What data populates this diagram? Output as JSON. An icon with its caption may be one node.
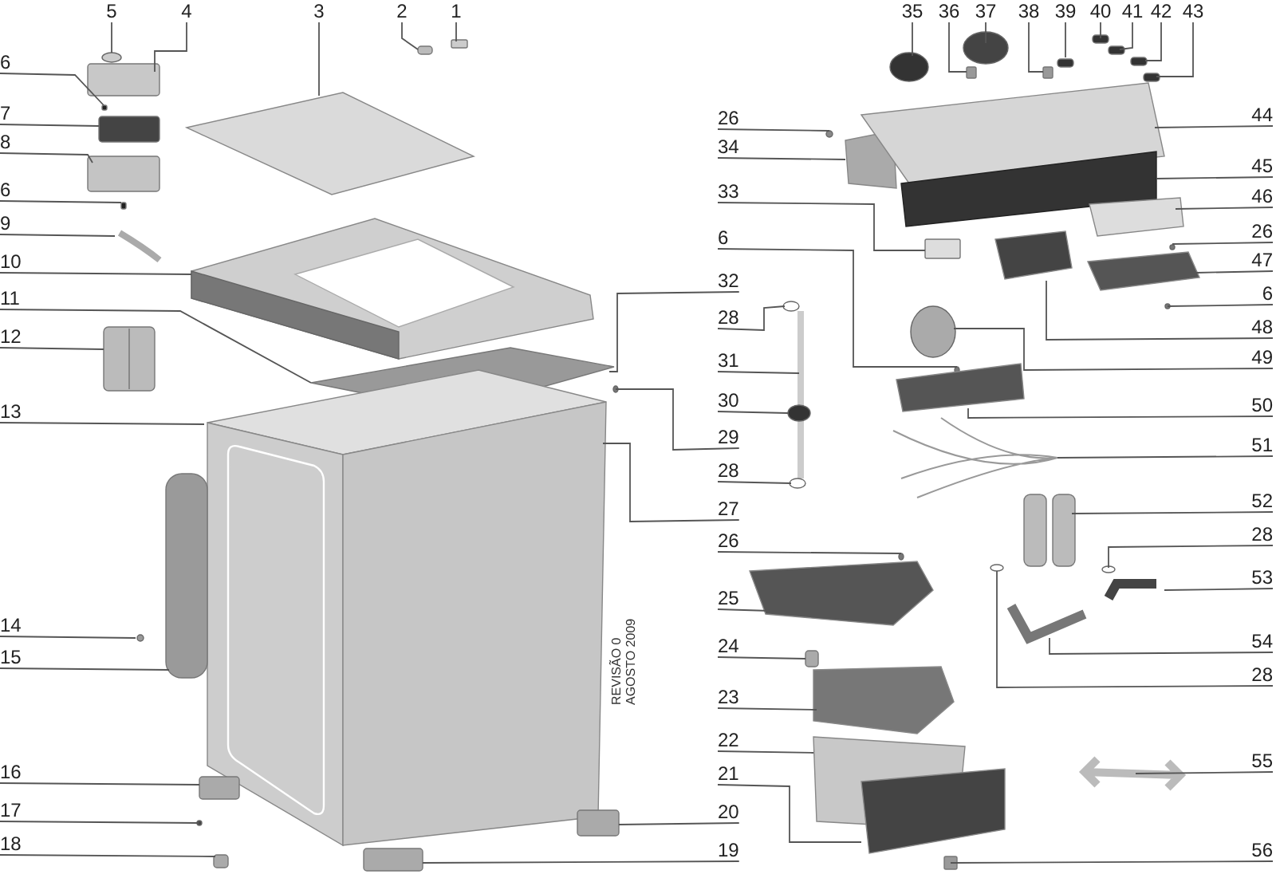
{
  "diagram": {
    "nodes": [
      {
        "text": [
          "5"
        ]
      },
      {
        "text": [
          "4"
        ]
      },
      {
        "text": [
          "3"
        ]
      },
      {
        "text": [
          "2"
        ]
      },
      {
        "text": [
          "1"
        ]
      },
      {
        "text": [
          "35"
        ]
      },
      {
        "text": [
          "36"
        ]
      },
      {
        "text": [
          "37"
        ]
      },
      {
        "text": [
          "38"
        ]
      },
      {
        "text": [
          "39"
        ]
      },
      {
        "text": [
          "40"
        ]
      },
      {
        "text": [
          "41"
        ]
      },
      {
        "text": [
          "42"
        ]
      },
      {
        "text": [
          "43"
        ]
      },
      {
        "text": [
          "6"
        ]
      },
      {
        "text": [
          "7"
        ]
      },
      {
        "text": [
          "8"
        ]
      },
      {
        "text": [
          "6"
        ]
      },
      {
        "text": [
          "9"
        ]
      },
      {
        "text": [
          "10"
        ]
      },
      {
        "text": [
          "11"
        ]
      },
      {
        "text": [
          "12"
        ]
      },
      {
        "text": [
          "13"
        ]
      },
      {
        "text": [
          "14"
        ]
      },
      {
        "text": [
          "15"
        ]
      },
      {
        "text": [
          "16"
        ]
      },
      {
        "text": [
          "17"
        ]
      },
      {
        "text": [
          "18"
        ]
      },
      {
        "text": [
          "26"
        ]
      },
      {
        "text": [
          "34"
        ]
      },
      {
        "text": [
          "33"
        ]
      },
      {
        "text": [
          "6"
        ]
      },
      {
        "text": [
          "32"
        ]
      },
      {
        "text": [
          "28"
        ]
      },
      {
        "text": [
          "31"
        ]
      },
      {
        "text": [
          "30"
        ]
      },
      {
        "text": [
          "29"
        ]
      },
      {
        "text": [
          "28"
        ]
      },
      {
        "text": [
          "27"
        ]
      },
      {
        "text": [
          "26"
        ]
      },
      {
        "text": [
          "25"
        ]
      },
      {
        "text": [
          "24"
        ]
      },
      {
        "text": [
          "23"
        ]
      },
      {
        "text": [
          "22"
        ]
      },
      {
        "text": [
          "21"
        ]
      },
      {
        "text": [
          "20"
        ]
      },
      {
        "text": [
          "19"
        ]
      },
      {
        "text": [
          "44"
        ]
      },
      {
        "text": [
          "45"
        ]
      },
      {
        "text": [
          "46"
        ]
      },
      {
        "text": [
          "26"
        ]
      },
      {
        "text": [
          "47"
        ]
      },
      {
        "text": [
          "6"
        ]
      },
      {
        "text": [
          "48"
        ]
      },
      {
        "text": [
          "49"
        ]
      },
      {
        "text": [
          "50"
        ]
      },
      {
        "text": [
          "51"
        ]
      },
      {
        "text": [
          "52"
        ]
      },
      {
        "text": [
          "28"
        ]
      },
      {
        "text": [
          "53"
        ]
      },
      {
        "text": [
          "54"
        ]
      },
      {
        "text": [
          "28"
        ]
      },
      {
        "text": [
          "55"
        ]
      },
      {
        "text": [
          "56"
        ]
      }
    ],
    "edges": [
      {
        "from": 0,
        "to": null,
        "arrow": "none"
      },
      {
        "from": 1,
        "to": null,
        "arrow": "none"
      },
      {
        "from": 2,
        "to": null,
        "arrow": "none"
      },
      {
        "from": 3,
        "to": null,
        "arrow": "none"
      },
      {
        "from": 4,
        "to": null,
        "arrow": "none"
      },
      {
        "from": 5,
        "to": null,
        "arrow": "none"
      },
      {
        "from": 6,
        "to": null,
        "arrow": "none"
      },
      {
        "from": 7,
        "to": null,
        "arrow": "none"
      },
      {
        "from": 8,
        "to": null,
        "arrow": "none"
      },
      {
        "from": 9,
        "to": null,
        "arrow": "none"
      },
      {
        "from": 10,
        "to": null,
        "arrow": "none"
      },
      {
        "from": 11,
        "to": null,
        "arrow": "none"
      },
      {
        "from": 12,
        "to": null,
        "arrow": "none"
      },
      {
        "from": 13,
        "to": null,
        "arrow": "none"
      },
      {
        "from": 14,
        "to": null,
        "arrow": "none"
      },
      {
        "from": 15,
        "to": null,
        "arrow": "none"
      },
      {
        "from": 16,
        "to": null,
        "arrow": "none"
      },
      {
        "from": 17,
        "to": null,
        "arrow": "none"
      },
      {
        "from": 18,
        "to": null,
        "arrow": "none"
      },
      {
        "from": 19,
        "to": null,
        "arrow": "none"
      },
      {
        "from": 20,
        "to": null,
        "arrow": "none"
      },
      {
        "from": 21,
        "to": null,
        "arrow": "none"
      },
      {
        "from": 22,
        "to": null,
        "arrow": "none"
      },
      {
        "from": 23,
        "to": null,
        "arrow": "none"
      },
      {
        "from": 24,
        "to": null,
        "arrow": "none"
      },
      {
        "from": 25,
        "to": null,
        "arrow": "none"
      },
      {
        "from": 26,
        "to": null,
        "arrow": "none"
      },
      {
        "from": 27,
        "to": null,
        "arrow": "none"
      },
      {
        "from": 28,
        "to": null,
        "arrow": "none"
      },
      {
        "from": 29,
        "to": null,
        "arrow": "none"
      },
      {
        "from": 30,
        "to": null,
        "arrow": "none"
      },
      {
        "from": 31,
        "to": null,
        "arrow": "none"
      },
      {
        "from": 32,
        "to": null,
        "arrow": "none"
      },
      {
        "from": 33,
        "to": null,
        "arrow": "none"
      },
      {
        "from": 34,
        "to": null,
        "arrow": "none"
      },
      {
        "from": 35,
        "to": null,
        "arrow": "none"
      },
      {
        "from": 36,
        "to": null,
        "arrow": "none"
      },
      {
        "from": 37,
        "to": null,
        "arrow": "none"
      },
      {
        "from": 38,
        "to": null,
        "arrow": "none"
      },
      {
        "from": 39,
        "to": null,
        "arrow": "none"
      },
      {
        "from": 40,
        "to": null,
        "arrow": "none"
      },
      {
        "from": 41,
        "to": null,
        "arrow": "none"
      },
      {
        "from": 42,
        "to": null,
        "arrow": "none"
      },
      {
        "from": 43,
        "to": null,
        "arrow": "none"
      },
      {
        "from": 44,
        "to": null,
        "arrow": "none"
      },
      {
        "from": 45,
        "to": null,
        "arrow": "none"
      },
      {
        "from": 46,
        "to": null,
        "arrow": "none"
      },
      {
        "from": 47,
        "to": null,
        "arrow": "none"
      },
      {
        "from": 48,
        "to": null,
        "arrow": "none"
      },
      {
        "from": 49,
        "to": null,
        "arrow": "none"
      },
      {
        "from": 50,
        "to": null,
        "arrow": "none"
      },
      {
        "from": 51,
        "to": null,
        "arrow": "none"
      },
      {
        "from": 52,
        "to": null,
        "arrow": "none"
      },
      {
        "from": 53,
        "to": null,
        "arrow": "none"
      },
      {
        "from": 54,
        "to": null,
        "arrow": "none"
      },
      {
        "from": 55,
        "to": null,
        "arrow": "none"
      },
      {
        "from": 56,
        "to": null,
        "arrow": "none"
      },
      {
        "from": 57,
        "to": null,
        "arrow": "none"
      },
      {
        "from": 58,
        "to": null,
        "arrow": "none"
      },
      {
        "from": 59,
        "to": null,
        "arrow": "none"
      },
      {
        "from": 60,
        "to": null,
        "arrow": "none"
      },
      {
        "from": 61,
        "to": null,
        "arrow": "none"
      },
      {
        "from": 62,
        "to": null,
        "arrow": "none"
      },
      {
        "from": 63,
        "to": null,
        "arrow": "none"
      }
    ],
    "labels": [
      "REVISÃO 0",
      "AGOSTO 2009"
    ]
  }
}
